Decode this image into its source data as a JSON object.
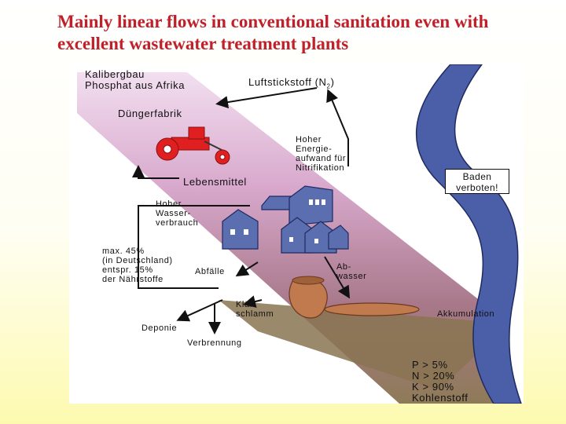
{
  "title": {
    "line1": "Mainly linear flows in conventional sanitation even with",
    "line2": "excellent wastewater treatment plants"
  },
  "labels": {
    "source": "Kalibergbau\nPhosphat aus Afrika",
    "nitrogen": "Luftstickstoff (N",
    "nitrogen_sub": "2",
    "nitrogen_close": ")",
    "factory": "Düngerfabrik",
    "energy": "Hoher\nEnergie-\naufwand für\nNitrifikation",
    "food": "Lebensmittel",
    "water_use": "Hoher\nWasser-\nverbrauch",
    "nutrients": "max. 45%\n(in Deutschland)\nentspr. 15%\nder Nährstoffe",
    "waste": "Abfälle",
    "wastewater": "Ab-\nwasser",
    "sludge": "Klär-\nschlamm",
    "landfill": "Deponie",
    "incineration": "Verbrennung",
    "accumulation": "Akkumulation",
    "swim_sign": "Baden\nverboten!",
    "loads": "P > 5%\nN > 20%\nK > 90%\nKohlenstoff"
  },
  "colors": {
    "title": "#c0202a",
    "river": "#4a5fa8",
    "tractor": "#e02020",
    "houses": "#5b6fb0",
    "pot": "#c07a4e"
  }
}
